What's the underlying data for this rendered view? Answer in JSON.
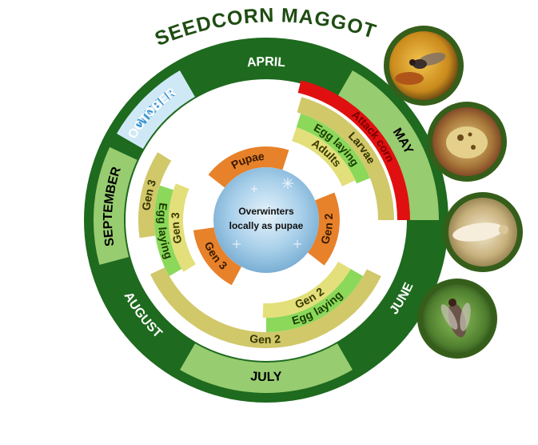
{
  "title": "SEEDCORN MAGGOT",
  "center_label": {
    "line1": "Overwinters",
    "line2": "locally as pupae"
  },
  "months": [
    {
      "id": "winter",
      "label": "WINTER",
      "start": -60,
      "end": -30,
      "fill": "#cfe8f6",
      "text": "#2f8fcf"
    },
    {
      "id": "april",
      "label": "APRIL",
      "start": -30,
      "end": 30,
      "fill": "#1e6a1e",
      "text": "#ffffff"
    },
    {
      "id": "may",
      "label": "MAY",
      "start": 30,
      "end": 90,
      "fill": "#98cc70",
      "text": "#000000"
    },
    {
      "id": "june",
      "label": "JUNE",
      "start": 90,
      "end": 150,
      "fill": "#1e6a1e",
      "text": "#ffffff"
    },
    {
      "id": "july",
      "label": "JULY",
      "start": 150,
      "end": 210,
      "fill": "#98cc70",
      "text": "#000000"
    },
    {
      "id": "august",
      "label": "AUGUST",
      "start": 210,
      "end": 255,
      "fill": "#1e6a1e",
      "text": "#ffffff"
    },
    {
      "id": "september",
      "label": "SEPTEMBER",
      "start": 255,
      "end": 295,
      "fill": "#98cc70",
      "text": "#000000"
    },
    {
      "id": "october",
      "label": "OCTOBER",
      "start": 295,
      "end": 300,
      "fill": "#1e6a1e",
      "text": "#ffffff"
    }
  ],
  "bands": [
    {
      "id": "attack-corn",
      "label": "Attack corn",
      "ring": 0,
      "start": 14,
      "end": 90,
      "fill": "#e01010",
      "text": "#7a0000"
    },
    {
      "id": "larvae",
      "label": "Larvae",
      "ring": 1,
      "start": 16,
      "end": 90,
      "fill": "#d1c86a",
      "text": "#333300"
    },
    {
      "id": "egg-laying-1",
      "label": "Egg laying",
      "ring": 2,
      "start": 18,
      "end": 68,
      "fill": "#8bd85a",
      "text": "#1a3a00"
    },
    {
      "id": "adults",
      "label": "Adults",
      "ring": 3,
      "start": 18,
      "end": 66,
      "fill": "#e3df7a",
      "text": "#3a3a00"
    },
    {
      "id": "gen2-larvae",
      "label": "Gen 2",
      "ring": 1,
      "start": 116,
      "end": 245,
      "fill": "#d1c86a",
      "text": "#333300"
    },
    {
      "id": "gen2-egg",
      "label": "Egg laying",
      "ring": 2,
      "start": 120,
      "end": 180,
      "fill": "#8bd85a",
      "text": "#1a3a00"
    },
    {
      "id": "gen2-adults",
      "label": "Gen 2",
      "ring": 3,
      "start": 120,
      "end": 182,
      "fill": "#e3df7a",
      "text": "#3a3a00"
    },
    {
      "id": "gen3-larvae",
      "label": "Gen 3",
      "ring": 1,
      "start": 262,
      "end": 302,
      "fill": "#d1c86a",
      "text": "#333300"
    },
    {
      "id": "gen3-egg",
      "label": "Egg laying",
      "ring": 2,
      "start": 240,
      "end": 288,
      "fill": "#8bd85a",
      "text": "#1a3a00"
    },
    {
      "id": "gen3-adults",
      "label": "Gen 3",
      "ring": 3,
      "start": 238,
      "end": 292,
      "fill": "#e3df7a",
      "text": "#3a3a00"
    },
    {
      "id": "pupae",
      "label": "Pupae",
      "ring": 4,
      "start": -52,
      "end": 18,
      "fill": "#e7812a",
      "text": "#3a1a00"
    },
    {
      "id": "gen2-pupae",
      "label": "Gen 2",
      "ring": 4,
      "start": 68,
      "end": 128,
      "fill": "#e7812a",
      "text": "#3a1a00"
    },
    {
      "id": "gen3-pupae",
      "label": "Gen 3",
      "ring": 4,
      "start": 208,
      "end": 262,
      "fill": "#e7812a",
      "text": "#3a1a00"
    }
  ],
  "photos": [
    {
      "id": "adult-fly-on-seed",
      "subject": "fly"
    },
    {
      "id": "damaged-seed",
      "subject": "seed"
    },
    {
      "id": "larva",
      "subject": "larva"
    },
    {
      "id": "adult-fly-on-leaf",
      "subject": "fly-leaf"
    }
  ],
  "colors": {
    "title": "#1e4d12",
    "ring_dark": "#1e6a1e",
    "photo_border": "#355e1a",
    "center_blue": "#9fc9e4"
  }
}
